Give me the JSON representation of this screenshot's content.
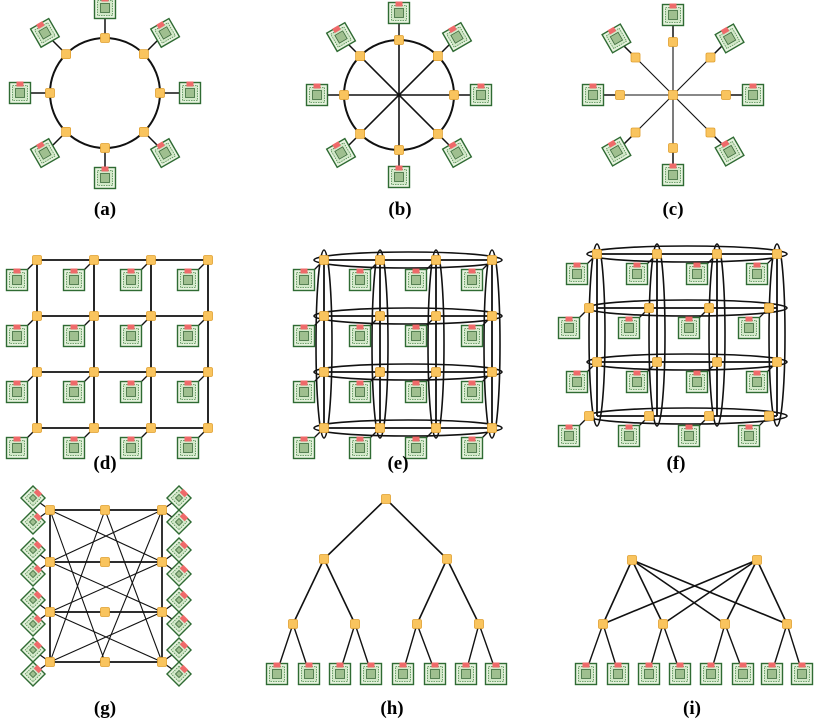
{
  "figure": {
    "captions": [
      "(a)",
      "(b)",
      "(c)",
      "(d)",
      "(e)",
      "(f)",
      "(g)",
      "(h)",
      "(i)"
    ]
  },
  "colors": {
    "router_fill": "#f9c45e",
    "router_stroke": "#e0a030",
    "core_frame": "#2f6b33",
    "core_fill": "#e7f3df",
    "core_inner": "#d2e8c8",
    "core_chip": "#9fbf8f",
    "core_port": "#ef6a6a",
    "link": "#111111"
  },
  "icons": {
    "router": "router-node-icon",
    "core": "processor-core-icon"
  }
}
